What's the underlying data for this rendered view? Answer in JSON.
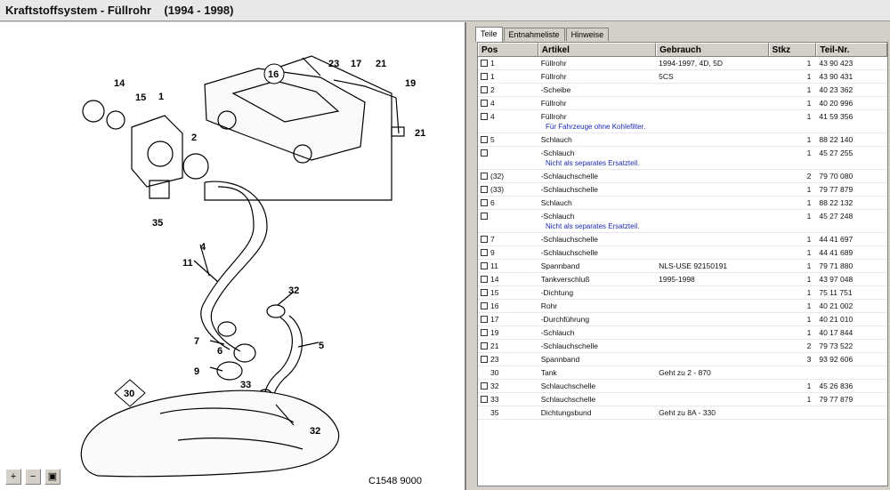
{
  "window": {
    "title": "Kraftstoffsystem - Füllrohr    (1994 - 1998)"
  },
  "diagram": {
    "drawing_code": "C1548 9000",
    "callouts": [
      "14",
      "15",
      "1",
      "2",
      "35",
      "16",
      "23",
      "17",
      "21",
      "19",
      "21",
      "4",
      "11",
      "32",
      "7",
      "6",
      "5",
      "9",
      "33",
      "30",
      "32"
    ]
  },
  "zoom_buttons": [
    {
      "name": "zoom-in-icon",
      "glyph": "+"
    },
    {
      "name": "zoom-out-icon",
      "glyph": "−"
    },
    {
      "name": "fit-icon",
      "glyph": "▣"
    }
  ],
  "tabs": [
    "Teile",
    "Entnahmeliste",
    "Hinweise"
  ],
  "table": {
    "headers": {
      "pos": "Pos",
      "artikel": "Artikel",
      "gebrauch": "Gebrauch",
      "stkz": "Stkz",
      "teilnr": "Teil-Nr."
    },
    "rows": [
      {
        "pos": "1",
        "artikel": "Füllrohr",
        "gebrauch": "1994-1997, 4D, 5D",
        "stkz": "1",
        "teilnr": "43 90 423",
        "checkbox": true,
        "note": ""
      },
      {
        "pos": "1",
        "artikel": "Füllrohr",
        "gebrauch": "5CS",
        "stkz": "1",
        "teilnr": "43 90 431",
        "checkbox": true,
        "note": ""
      },
      {
        "pos": "2",
        "artikel": "-Scheibe",
        "gebrauch": "",
        "stkz": "1",
        "teilnr": "40 23 362",
        "checkbox": true,
        "note": ""
      },
      {
        "pos": "4",
        "artikel": "Füllrohr",
        "gebrauch": "",
        "stkz": "1",
        "teilnr": "40 20 996",
        "checkbox": true,
        "note": ""
      },
      {
        "pos": "4",
        "artikel": "Füllrohr",
        "gebrauch": "",
        "stkz": "1",
        "teilnr": "41 59 356",
        "checkbox": true,
        "note": "Für Fahrzeuge ohne Kohlefilter."
      },
      {
        "pos": "5",
        "artikel": "Schlauch",
        "gebrauch": "",
        "stkz": "1",
        "teilnr": "88 22 140",
        "checkbox": true,
        "note": ""
      },
      {
        "pos": "",
        "artikel": "-Schlauch",
        "gebrauch": "",
        "stkz": "1",
        "teilnr": "45 27 255",
        "checkbox": true,
        "note": "Nicht als separates Ersatzteil."
      },
      {
        "pos": "(32)",
        "artikel": "-Schlauchschelle",
        "gebrauch": "",
        "stkz": "2",
        "teilnr": "79 70 080",
        "checkbox": true,
        "note": ""
      },
      {
        "pos": "(33)",
        "artikel": "-Schlauchschelle",
        "gebrauch": "",
        "stkz": "1",
        "teilnr": "79 77 879",
        "checkbox": true,
        "note": ""
      },
      {
        "pos": "6",
        "artikel": "Schlauch",
        "gebrauch": "",
        "stkz": "1",
        "teilnr": "88 22 132",
        "checkbox": true,
        "note": ""
      },
      {
        "pos": "",
        "artikel": "-Schlauch",
        "gebrauch": "",
        "stkz": "1",
        "teilnr": "45 27 248",
        "checkbox": true,
        "note": "Nicht als separates Ersatzteil."
      },
      {
        "pos": "7",
        "artikel": "-Schlauchschelle",
        "gebrauch": "",
        "stkz": "1",
        "teilnr": "44 41 697",
        "checkbox": true,
        "note": ""
      },
      {
        "pos": "9",
        "artikel": "-Schlauchschelle",
        "gebrauch": "",
        "stkz": "1",
        "teilnr": "44 41 689",
        "checkbox": true,
        "note": ""
      },
      {
        "pos": "11",
        "artikel": "Spannband",
        "gebrauch": "NLS-USE 92150191",
        "stkz": "1",
        "teilnr": "79 71 880",
        "checkbox": true,
        "note": ""
      },
      {
        "pos": "14",
        "artikel": "Tankverschluß",
        "gebrauch": "1995-1998",
        "stkz": "1",
        "teilnr": "43 97 048",
        "checkbox": true,
        "note": ""
      },
      {
        "pos": "15",
        "artikel": "-Dichtung",
        "gebrauch": "",
        "stkz": "1",
        "teilnr": "75 11 751",
        "checkbox": true,
        "note": ""
      },
      {
        "pos": "16",
        "artikel": "Rohr",
        "gebrauch": "",
        "stkz": "1",
        "teilnr": "40 21 002",
        "checkbox": true,
        "note": ""
      },
      {
        "pos": "17",
        "artikel": "-Durchführung",
        "gebrauch": "",
        "stkz": "1",
        "teilnr": "40 21 010",
        "checkbox": true,
        "note": ""
      },
      {
        "pos": "19",
        "artikel": "-Schlauch",
        "gebrauch": "",
        "stkz": "1",
        "teilnr": "40 17 844",
        "checkbox": true,
        "note": ""
      },
      {
        "pos": "21",
        "artikel": "-Schlauchschelle",
        "gebrauch": "",
        "stkz": "2",
        "teilnr": "79 73 522",
        "checkbox": true,
        "note": ""
      },
      {
        "pos": "23",
        "artikel": "Spannband",
        "gebrauch": "",
        "stkz": "3",
        "teilnr": "93 92 606",
        "checkbox": true,
        "note": ""
      },
      {
        "pos": "30",
        "artikel": "Tank",
        "gebrauch": "Geht zu 2 - 870",
        "stkz": "",
        "teilnr": "",
        "checkbox": false,
        "note": ""
      },
      {
        "pos": "32",
        "artikel": "Schlauchschelle",
        "gebrauch": "",
        "stkz": "1",
        "teilnr": "45 26 836",
        "checkbox": true,
        "note": ""
      },
      {
        "pos": "33",
        "artikel": "Schlauchschelle",
        "gebrauch": "",
        "stkz": "1",
        "teilnr": "79 77 879",
        "checkbox": true,
        "note": ""
      },
      {
        "pos": "35",
        "artikel": "Dichtungsbund",
        "gebrauch": "Geht zu 8A - 330",
        "stkz": "",
        "teilnr": "",
        "checkbox": false,
        "note": ""
      }
    ]
  }
}
